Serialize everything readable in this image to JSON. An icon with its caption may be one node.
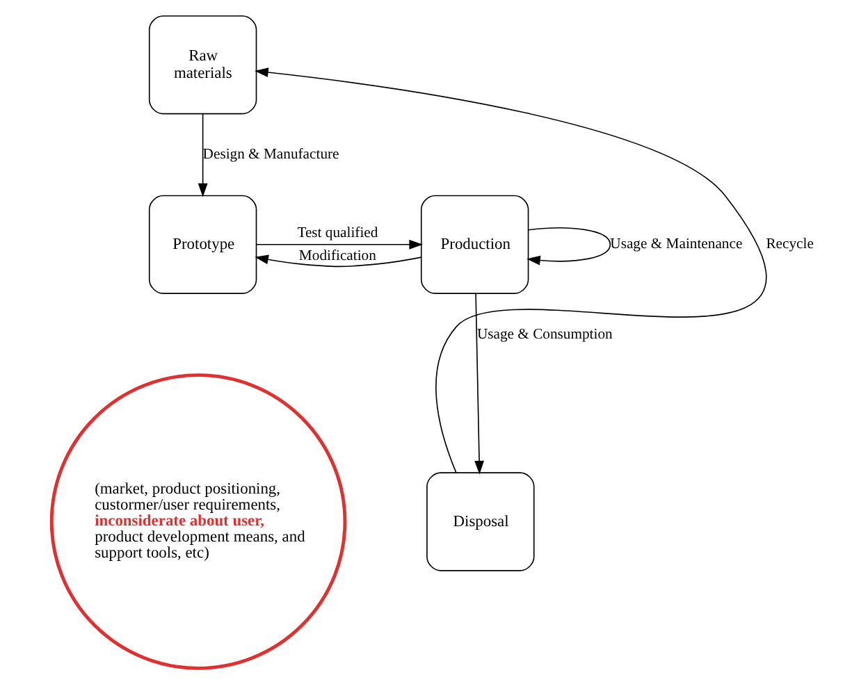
{
  "diagram": {
    "nodes": [
      {
        "text": [
          "Raw materials"
        ]
      },
      {
        "text": [
          "Prototype"
        ]
      },
      {
        "text": [
          "Production"
        ]
      },
      {
        "text": [
          "Disposal"
        ]
      },
      {
        "text": [
          "(market, product positioning, custormer/user requirements, **inconsiderate about user,** product development means, and support tools, etc)"
        ]
      }
    ],
    "edges": [
      {
        "from": 0,
        "to": 1,
        "arrow": "to",
        "label": "Design & Manufacture"
      },
      {
        "from": 1,
        "to": 2,
        "arrow": "to",
        "label": "Test qualified"
      },
      {
        "from": 2,
        "to": 1,
        "arrow": "to",
        "label": "Modification"
      },
      {
        "from": 2,
        "to": 2,
        "arrow": "to",
        "label": "Usage & Maintenance"
      },
      {
        "from": 2,
        "to": 3,
        "arrow": "to",
        "label": "Usage & Consumption"
      },
      {
        "from": 3,
        "to": 0,
        "arrow": "to",
        "label": "Recycle"
      }
    ]
  }
}
